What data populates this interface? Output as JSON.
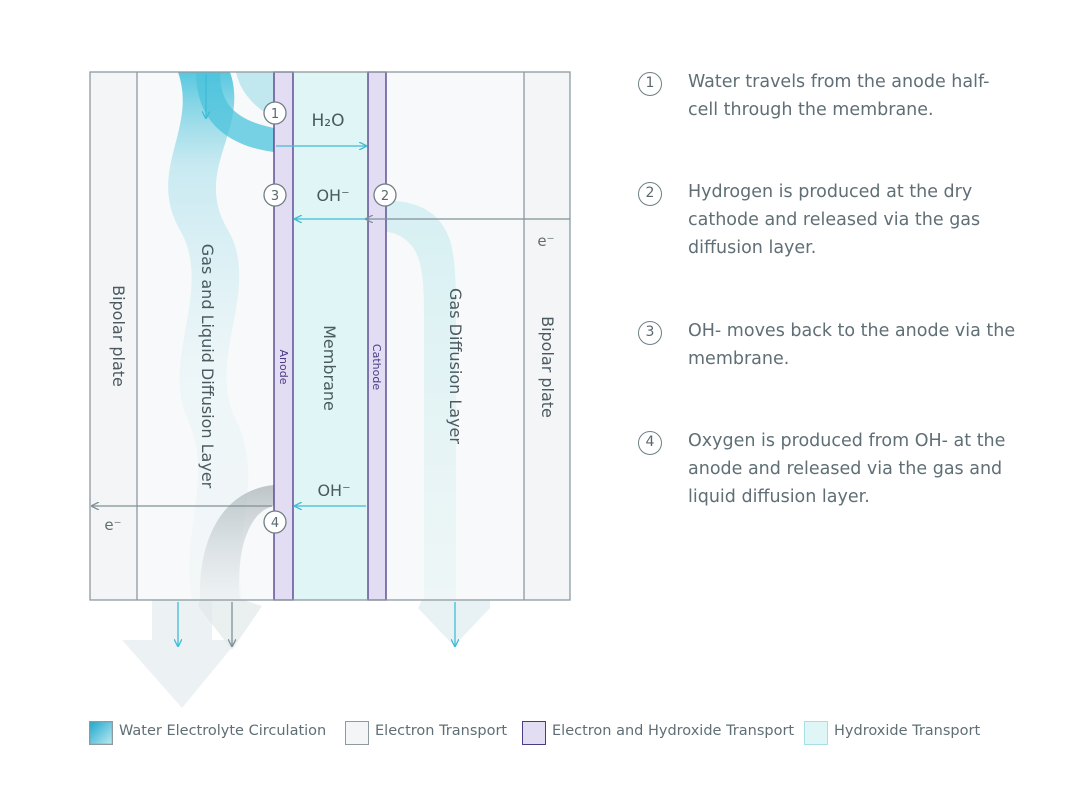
{
  "diagram": {
    "layers": {
      "bipolar_left": "Bipolar plate",
      "gas_liquid_diffusion": "Gas and Liquid Diffusion Layer",
      "anode": "Anode",
      "membrane": "Membrane",
      "cathode": "Cathode",
      "gas_diffusion": "Gas Diffusion Layer",
      "bipolar_right": "Bipolar plate"
    },
    "labels": {
      "water": "H₂O",
      "hydroxide_top": "OH⁻",
      "hydroxide_bottom": "OH⁻",
      "electron_right": "e⁻",
      "electron_left": "e⁻"
    },
    "markers": [
      "1",
      "2",
      "3",
      "4"
    ]
  },
  "steps": [
    {
      "number": "1",
      "text": "Water travels from the anode half-cell through the membrane."
    },
    {
      "number": "2",
      "text": "Hydrogen is produced at the dry cathode and released via the gas diffusion layer."
    },
    {
      "number": "3",
      "text": "OH- moves back to the anode via the membrane."
    },
    {
      "number": "4",
      "text": "Oxygen is produced from OH- at the anode and released via the gas and liquid diffusion layer."
    }
  ],
  "legend": [
    {
      "label": "Water Electrolyte Circulation",
      "color": "#2bb6d4"
    },
    {
      "label": "Electron Transport",
      "color": "#f3f5f6"
    },
    {
      "label": "Electron and Hydroxide Transport",
      "color": "#e3ddf4"
    },
    {
      "label": "Hydroxide Transport",
      "color": "#e0f5f6"
    }
  ],
  "colors": {
    "border": "#8d9ba0",
    "anode_cathode_fill": "#e3ddf4",
    "anode_cathode_border": "#4b3a86",
    "membrane_fill": "#e0f5f6",
    "arrow_cyan": "#3fbcd6",
    "arrow_grey": "#7f9196",
    "text": "#5f6f75"
  }
}
